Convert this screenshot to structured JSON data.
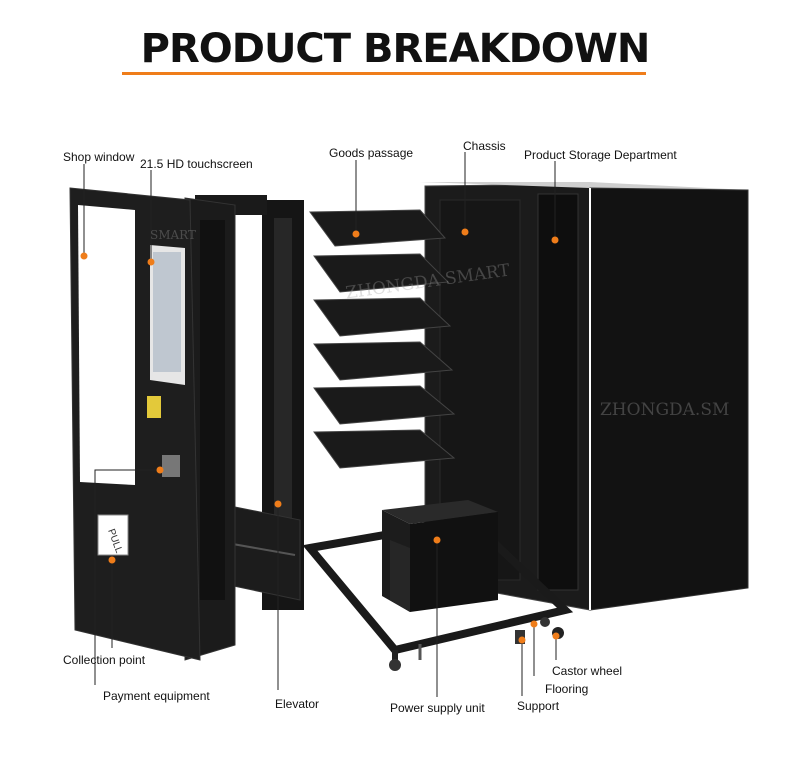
{
  "title": "PRODUCT BREAKDOWN",
  "accent_color": "#ef7d1a",
  "labels": {
    "shop_window": "Shop window",
    "touchscreen": "21.5 HD touchscreen",
    "goods_passage": "Goods passage",
    "chassis": "Chassis",
    "product_storage": "Product Storage Department",
    "collection_point": "Collection point",
    "payment_equipment": "Payment equipment",
    "elevator": "Elevator",
    "power_supply": "Power supply unit",
    "support": "Support",
    "flooring": "Flooring",
    "castor_wheel": "Castor wheel"
  },
  "door_sign": "PULL",
  "watermarks": [
    "ZHONGDA SMART",
    "ZHONGDA.SM",
    "SMART"
  ]
}
